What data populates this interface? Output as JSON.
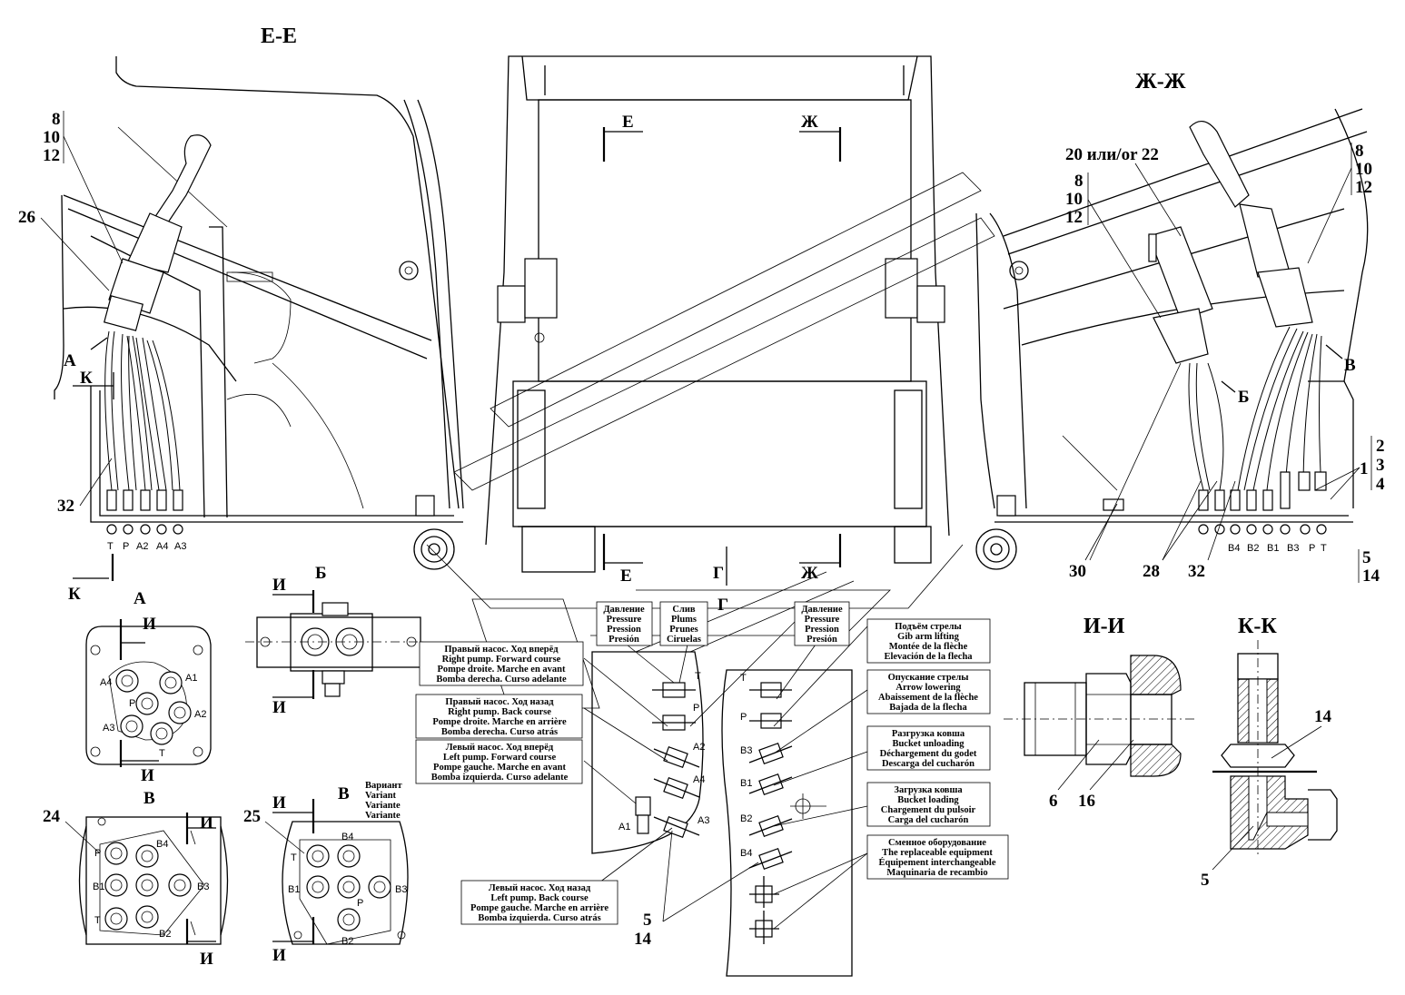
{
  "sections": {
    "ee": "Е-Е",
    "zhzh": "Ж-Ж",
    "ii": "И-И",
    "kk": "К-К",
    "a": "А",
    "b": "Б",
    "v": "В"
  },
  "view_markers": {
    "e": "Е",
    "zh": "Ж",
    "g": "Г",
    "k": "К",
    "i": "И",
    "a": "А",
    "b": "Б",
    "v": "В"
  },
  "refs": {
    "r8": "8",
    "r10": "10",
    "r12": "12",
    "r26": "26",
    "r32": "32",
    "r20": "20 или/or 22",
    "r2": "2",
    "r3": "3",
    "r4": "4",
    "r1": "1",
    "r5": "5",
    "r14": "14",
    "r28": "28",
    "r30": "30",
    "r6": "6",
    "r16": "16",
    "r24": "24",
    "r25": "25"
  },
  "ports_left": [
    "T",
    "P",
    "A2",
    "A4",
    "A3"
  ],
  "ports_right": [
    "B4",
    "B2",
    "B1",
    "B3",
    "P",
    "T"
  ],
  "view_a_ports": [
    "A4",
    "A1",
    "P",
    "A2",
    "A3",
    "T"
  ],
  "view_v1_ports": [
    "P",
    "B4",
    "B1",
    "B3",
    "T",
    "B2"
  ],
  "view_v2_ports": [
    "T",
    "B4",
    "B1",
    "B3",
    "P",
    "B2"
  ],
  "variant": [
    "Вариант",
    "Variant",
    "Variante",
    "Variante"
  ],
  "block_left_ports": [
    "T",
    "P",
    "A2",
    "A4",
    "A1",
    "A3"
  ],
  "block_right_ports": [
    "T",
    "P",
    "B3",
    "B1",
    "B2",
    "B4"
  ],
  "captions": {
    "pressure1": [
      "Давление",
      "Pressure",
      "Pression",
      "Presión"
    ],
    "drain": [
      "Слив",
      "Plums",
      "Prunes",
      "Ciruelas"
    ],
    "pressure2": [
      "Давление",
      "Pressure",
      "Pression",
      "Presión"
    ],
    "right_fwd": [
      "Правый насос. Ход вперёд",
      "Right pump. Forward course",
      "Pompe droite. Marche en avant",
      "Bomba derecha. Curso adelante"
    ],
    "right_back": [
      "Правый насос. Ход назад",
      "Right pump. Back course",
      "Pompe droite. Marche en arrière",
      "Bomba derecha. Curso atrás"
    ],
    "left_fwd": [
      "Левый насос. Ход вперёд",
      "Left pump. Forward course",
      "Pompe gauche. Marche en avant",
      "Bomba izquierda. Curso adelante"
    ],
    "left_back": [
      "Левый насос. Ход назад",
      "Left pump. Back course",
      "Pompe gauche. Marche en arrière",
      "Bomba izquierda. Curso atrás"
    ],
    "boom_up": [
      "Подъём стрелы",
      "Gib arm lifting",
      "Montée de la flèche",
      "Elevación de la flecha"
    ],
    "boom_down": [
      "Опускание стрелы",
      "Arrow lowering",
      "Abaissement de la flèche",
      "Bajada de la flecha"
    ],
    "bucket_unload": [
      "Разгрузка ковша",
      "Bucket unloading",
      "Déchargement du godet",
      "Descarga del cucharón"
    ],
    "bucket_load": [
      "Загрузка ковша",
      "Bucket loading",
      "Chargement du pulsoir",
      "Carga del cucharón"
    ],
    "replaceable": [
      "Сменное оборудование",
      "The replaceable equipment",
      "Équipement interchangeable",
      "Maquinaria de recambio"
    ]
  }
}
